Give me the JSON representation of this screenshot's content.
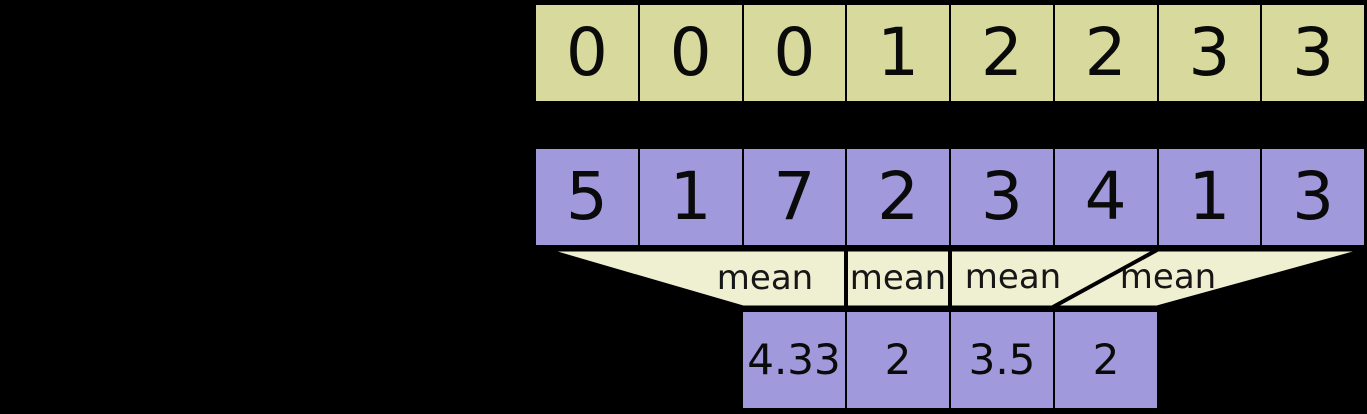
{
  "colors": {
    "background": "#000000",
    "index_fill": "#d8d99c",
    "value_fill": "#a099dc",
    "funnel_fill": "#efefd2",
    "line": "#000000"
  },
  "index_row": {
    "values": [
      "0",
      "0",
      "0",
      "1",
      "2",
      "2",
      "3",
      "3"
    ]
  },
  "input_row": {
    "values": [
      "5",
      "1",
      "7",
      "2",
      "3",
      "4",
      "1",
      "3"
    ]
  },
  "operation": {
    "labels": [
      "mean",
      "mean",
      "mean",
      "mean"
    ]
  },
  "output_row": {
    "values": [
      "4.33",
      "2",
      "3.5",
      "2"
    ]
  }
}
